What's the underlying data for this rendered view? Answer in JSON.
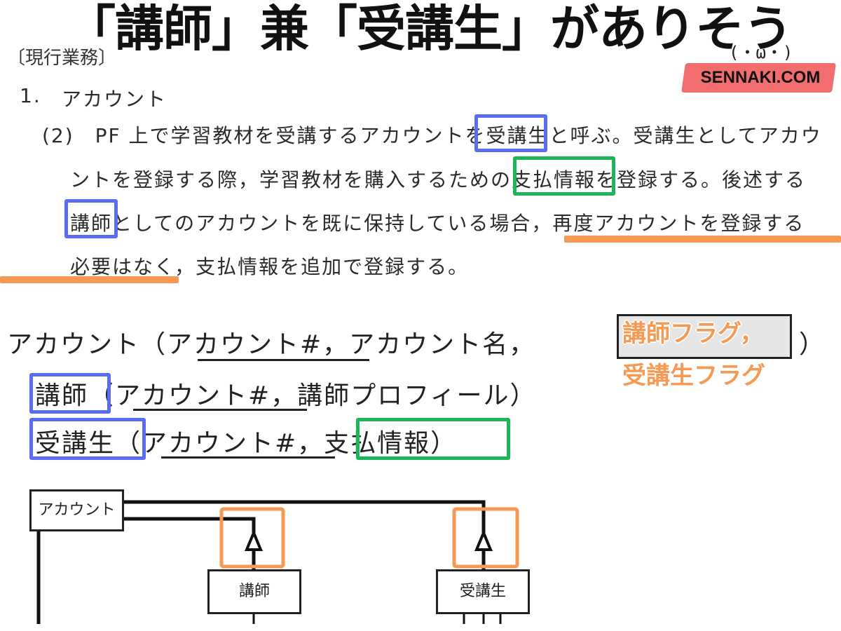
{
  "headline": "「講師」兼「受講生」がありそう",
  "section_label": "〔現行業務〕",
  "brand": "SENNAKI.COM",
  "mascot": "(・ω・)",
  "document": {
    "item_number": "1.",
    "item_title": "アカウント",
    "lines": [
      "(2)　PF 上で学習教材を受講するアカウントを受講生と呼ぶ。受講生としてアカウ",
      "ントを登録する際，学習教材を購入するための支払情報を登録する。後述する",
      "講師としてのアカウントを既に保持している場合，再度アカウントを登録する",
      "必要はなく，支払情報を追加で登録する。"
    ]
  },
  "schema": {
    "account": "アカウント（アカウント#，アカウント名，",
    "account_close": "）",
    "instructor": "講師（アカウント#，講師プロフィール）",
    "student": "受講生（アカウント#，支払情報）"
  },
  "flags": {
    "instructor_flag": "講師フラグ，",
    "student_flag": "受講生フラグ"
  },
  "diagram": {
    "account": "アカウント",
    "instructor": "講師",
    "student": "受講生"
  },
  "colors": {
    "blue": "#5b6cf2",
    "green": "#1db55a",
    "orange": "#f59a54",
    "brand_red": "#f26d6d"
  }
}
